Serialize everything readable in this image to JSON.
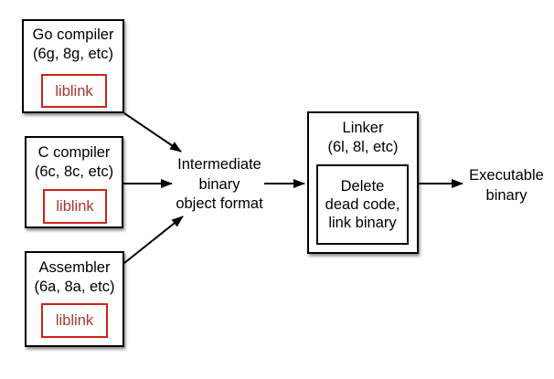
{
  "diagram": {
    "colors": {
      "background": "#ffffff",
      "text": "#000000",
      "box_border": "#000000",
      "arrow": "#000000",
      "liblink_border": "#cc2418",
      "liblink_text": "#a93630"
    },
    "nodes": {
      "go_compiler": {
        "title": "Go compiler",
        "subtitle": "(6g, 8g, etc)",
        "liblink": "liblink"
      },
      "c_compiler": {
        "title": "C compiler",
        "subtitle": "(6c, 8c, etc)",
        "liblink": "liblink"
      },
      "assembler": {
        "title": "Assembler",
        "subtitle": "(6a, 8a, etc)",
        "liblink": "liblink"
      },
      "linker": {
        "title": "Linker",
        "subtitle": "(6l, 8l, etc)",
        "inner_lines": [
          "Delete",
          "dead code,",
          "link binary"
        ]
      }
    },
    "labels": {
      "intermediate": {
        "lines": [
          "Intermediate",
          "binary",
          "object format"
        ]
      },
      "executable": {
        "lines": [
          "Executable",
          "binary"
        ]
      }
    }
  }
}
